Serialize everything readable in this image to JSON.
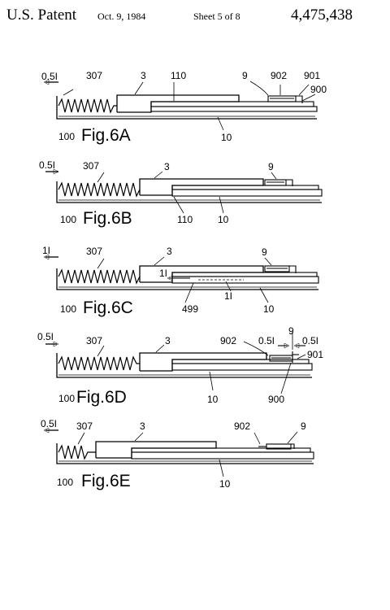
{
  "header": {
    "patent": "U.S. Patent",
    "date": "Oct. 9, 1984",
    "sheet": "Sheet 5 of 8",
    "number": "4,475,438"
  },
  "figures": {
    "a": {
      "caption": "Fig.6A",
      "ref_base": "100",
      "force": "0.5I",
      "spring": "307",
      "slider": "3",
      "part110": "110",
      "part9": "9",
      "part902": "902",
      "part901": "901",
      "part900": "900",
      "rail": "10"
    },
    "b": {
      "caption": "Fig.6B",
      "ref_base": "100",
      "force": "0.5I",
      "spring": "307",
      "slider": "3",
      "part9": "9",
      "part110": "110",
      "rail": "10"
    },
    "c": {
      "caption": "Fig.6C",
      "ref_base": "100",
      "force": "1I",
      "spring": "307",
      "slider": "3",
      "part9": "9",
      "inner_force": "1I",
      "inner_force2": "1I",
      "part499": "499",
      "rail": "10"
    },
    "d": {
      "caption": "Fig.6D",
      "ref_base": "100",
      "force": "0.5I",
      "spring": "307",
      "slider": "3",
      "part902": "902",
      "force_mid": "0.5I",
      "part9": "9",
      "force_right": "0.5I",
      "part901": "901",
      "rail": "10",
      "part900": "900"
    },
    "e": {
      "caption": "Fig.6E",
      "ref_base": "100",
      "force": "0.5I",
      "spring": "307",
      "slider": "3",
      "part902": "902",
      "part9": "9",
      "rail": "10"
    }
  }
}
